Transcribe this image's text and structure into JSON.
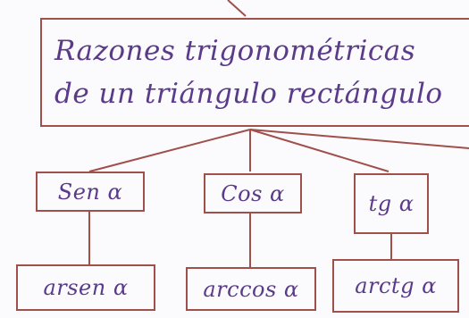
{
  "root": {
    "line1": "Razones trigonométricas",
    "line2": "de un triángulo rectángulo"
  },
  "functions": [
    {
      "ratio": "Sen α",
      "inverse": "arsen α"
    },
    {
      "ratio": "Cos α",
      "inverse": "arccos α"
    },
    {
      "ratio": "tg α",
      "inverse": "arctg α"
    }
  ],
  "colors": {
    "ink": "#5a3b8a",
    "box_stroke": "#a0504a",
    "paper": "#fbfafd"
  }
}
